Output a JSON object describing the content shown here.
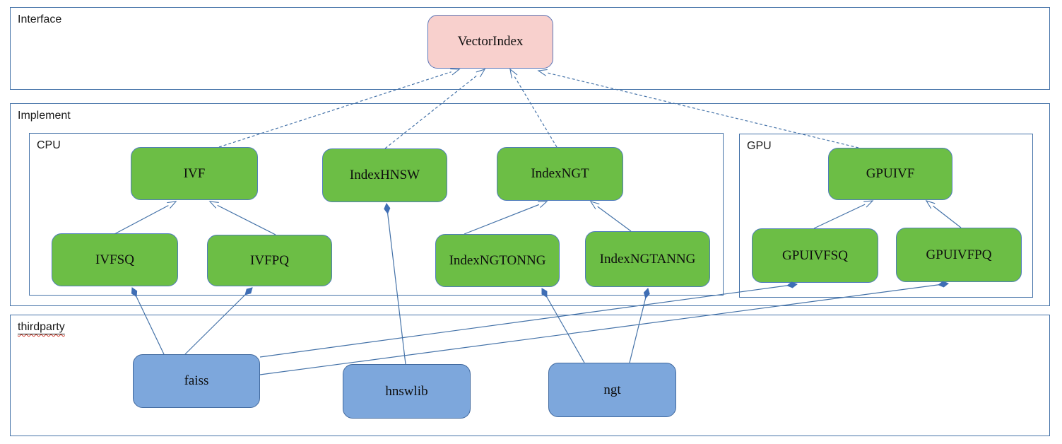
{
  "diagram": {
    "containers": {
      "interface": {
        "label": "Interface"
      },
      "implement": {
        "label": "Implement"
      },
      "cpu": {
        "label": "CPU"
      },
      "gpu": {
        "label": "GPU"
      },
      "thirdparty": {
        "label": "thirdparty"
      }
    },
    "nodes": {
      "vectorindex": {
        "label": "VectorIndex",
        "kind": "interface"
      },
      "ivf": {
        "label": "IVF",
        "kind": "class"
      },
      "indexhnsw": {
        "label": "IndexHNSW",
        "kind": "class"
      },
      "indexngt": {
        "label": "IndexNGT",
        "kind": "class"
      },
      "ivfsq": {
        "label": "IVFSQ",
        "kind": "class"
      },
      "ivfpq": {
        "label": "IVFPQ",
        "kind": "class"
      },
      "indexngtonng": {
        "label": "IndexNGTONNG",
        "kind": "class"
      },
      "indexngtanng": {
        "label": "IndexNGTANNG",
        "kind": "class"
      },
      "gpuivf": {
        "label": "GPUIVF",
        "kind": "class"
      },
      "gpuivfsq": {
        "label": "GPUIVFSQ",
        "kind": "class"
      },
      "gpuivfpq": {
        "label": "GPUIVFPQ",
        "kind": "class"
      },
      "faiss": {
        "label": "faiss",
        "kind": "thirdparty-lib"
      },
      "hnswlib": {
        "label": "hnswlib",
        "kind": "thirdparty-lib"
      },
      "ngt": {
        "label": "ngt",
        "kind": "thirdparty-lib"
      }
    },
    "edges": [
      {
        "from": "IVF",
        "to": "VectorIndex",
        "type": "realization"
      },
      {
        "from": "IndexHNSW",
        "to": "VectorIndex",
        "type": "realization"
      },
      {
        "from": "IndexNGT",
        "to": "VectorIndex",
        "type": "realization"
      },
      {
        "from": "GPUIVF",
        "to": "VectorIndex",
        "type": "realization"
      },
      {
        "from": "IVFSQ",
        "to": "IVF",
        "type": "generalization"
      },
      {
        "from": "IVFPQ",
        "to": "IVF",
        "type": "generalization"
      },
      {
        "from": "IndexNGTONNG",
        "to": "IndexNGT",
        "type": "generalization"
      },
      {
        "from": "IndexNGTANNG",
        "to": "IndexNGT",
        "type": "generalization"
      },
      {
        "from": "GPUIVFSQ",
        "to": "GPUIVF",
        "type": "generalization"
      },
      {
        "from": "GPUIVFPQ",
        "to": "GPUIVF",
        "type": "generalization"
      },
      {
        "from": "faiss",
        "to": "IVFSQ",
        "type": "composition"
      },
      {
        "from": "faiss",
        "to": "IVFPQ",
        "type": "composition"
      },
      {
        "from": "faiss",
        "to": "GPUIVFSQ",
        "type": "composition"
      },
      {
        "from": "faiss",
        "to": "GPUIVFPQ",
        "type": "composition"
      },
      {
        "from": "hnswlib",
        "to": "IndexHNSW",
        "type": "composition"
      },
      {
        "from": "ngt",
        "to": "IndexNGTONNG",
        "type": "composition"
      },
      {
        "from": "ngt",
        "to": "IndexNGTANNG",
        "type": "composition"
      }
    ],
    "colors": {
      "line": "#4472a8",
      "node-pink": "#f8d0cd",
      "node-green": "#6cbe45",
      "node-blue": "#7da7dc"
    }
  }
}
